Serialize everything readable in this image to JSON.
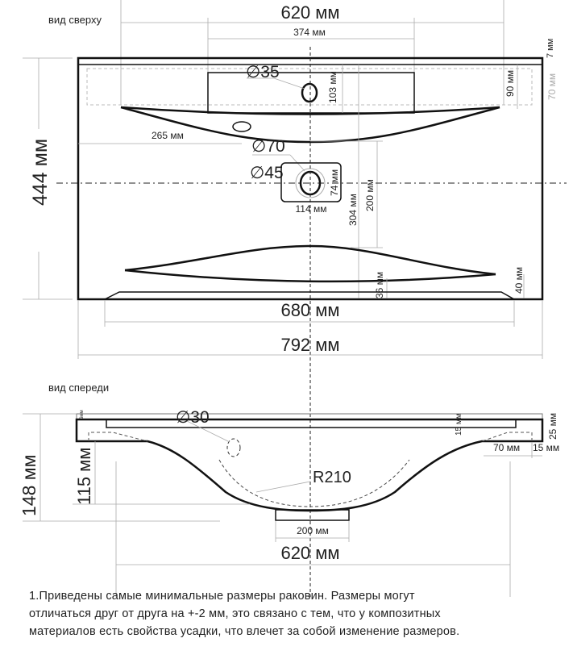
{
  "top_view": {
    "title": "вид сверху",
    "dim_width_620": "620 мм",
    "dim_374": "374 мм",
    "dim_7": "7 мм",
    "dia_35": "∅35",
    "dim_103": "103 мм",
    "dim_90": "90 мм",
    "dim_70_gray": "70 мм",
    "dim_265": "265 мм",
    "dia_70": "∅70",
    "dia_45": "∅45",
    "dim_74": "74 мм",
    "dim_114": "114 мм",
    "dim_304": "304 мм",
    "dim_200": "200 мм",
    "dim_36": "36 мм",
    "dim_40": "40 мм",
    "dim_444": "444 мм",
    "dim_680": "680 мм",
    "dim_792": "792 мм"
  },
  "front_view": {
    "title": "вид спереди",
    "dim_6": "6мм",
    "dia_30": "∅30",
    "dim_15_inner": "15 мм",
    "dim_25": "25 мм",
    "dim_70": "70 мм",
    "dim_15": "15 мм",
    "dim_148": "148 мм",
    "dim_115": "115 мм",
    "radius": "R210",
    "dim_200": "200 мм",
    "dim_620": "620 мм"
  },
  "note": {
    "lines": [
      "1.Приведены самые минимальные размеры раковин. Размеры могут",
      "отличаться друг от друга на +-2 мм, это связано с тем, что у композитных",
      "материалов есть свойства усадки, что влечет за собой изменение размеров."
    ]
  }
}
